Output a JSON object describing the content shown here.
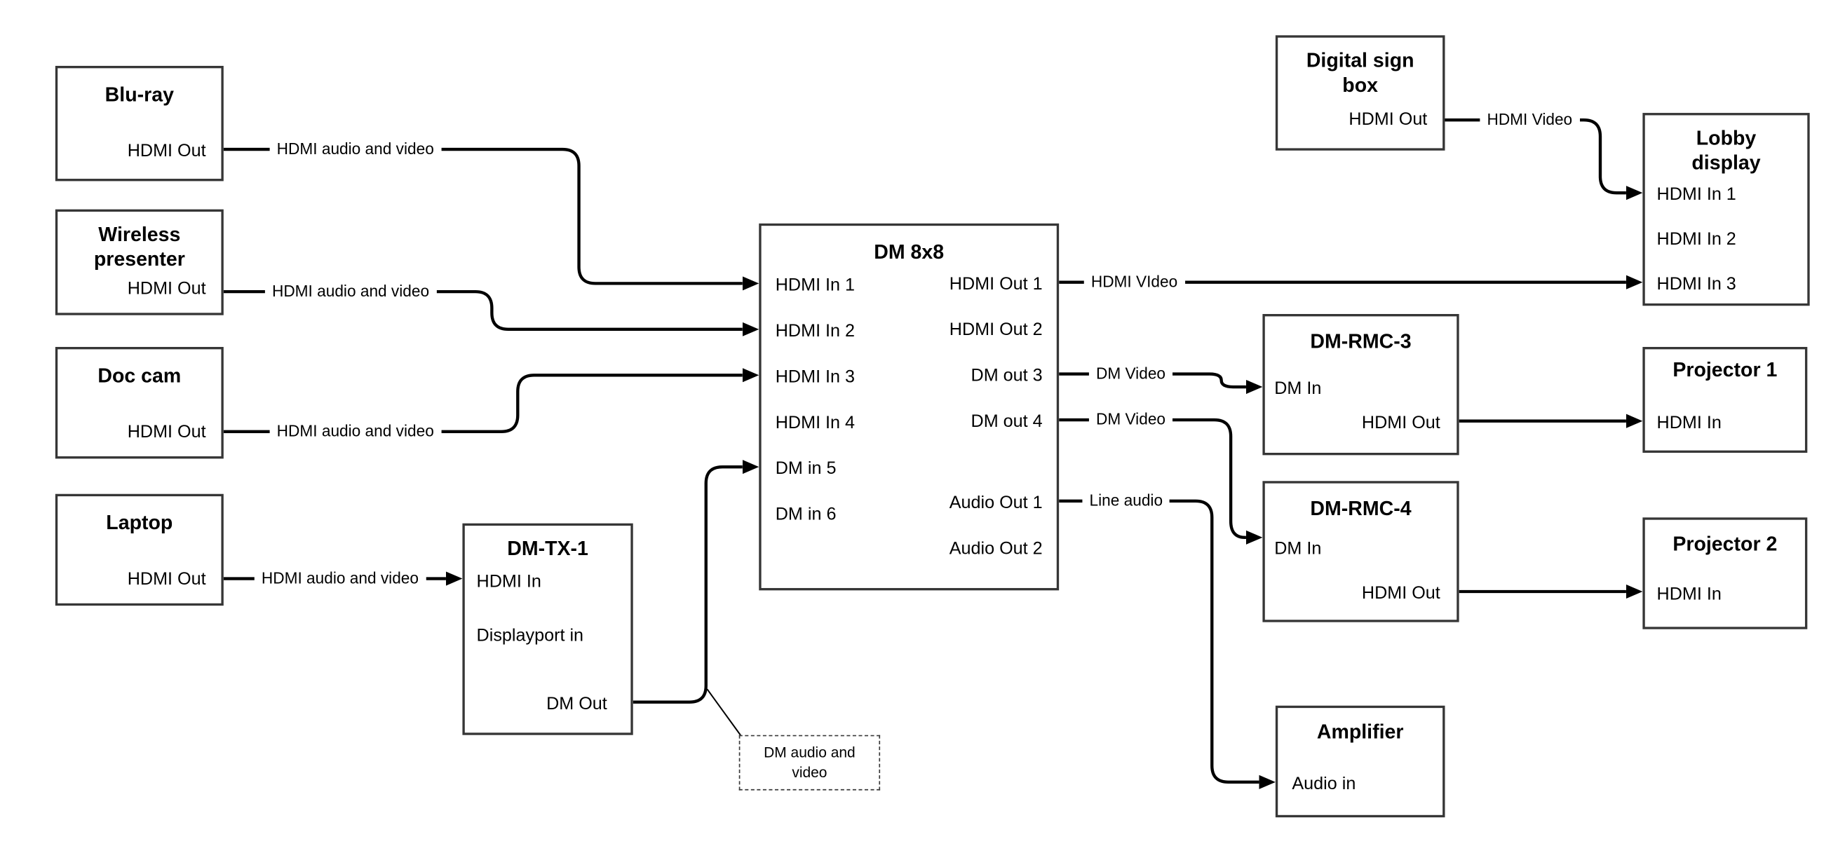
{
  "diagram": {
    "nodes": {
      "bluray": {
        "title": "Blu-ray",
        "port_out": "HDMI Out"
      },
      "wireless": {
        "title_lines": [
          "Wireless",
          "presenter"
        ],
        "port_out": "HDMI Out"
      },
      "doccam": {
        "title": "Doc cam",
        "port_out": "HDMI Out"
      },
      "laptop": {
        "title": "Laptop",
        "port_out": "HDMI Out"
      },
      "dmtx1": {
        "title": "DM-TX-1",
        "port_hdmi_in": "HDMI In",
        "port_dp_in": "Displayport in",
        "port_dm_out": "DM Out"
      },
      "dm8x8": {
        "title": "DM 8x8",
        "port_in1": "HDMI In 1",
        "port_in2": "HDMI In 2",
        "port_in3": "HDMI In 3",
        "port_in4": "HDMI In 4",
        "port_in5": "DM in 5",
        "port_in6": "DM in 6",
        "port_out1": "HDMI Out 1",
        "port_out2": "HDMI Out 2",
        "port_out3": "DM out 3",
        "port_out4": "DM out 4",
        "port_audio1": "Audio Out 1",
        "port_audio2": "Audio Out 2"
      },
      "digitalsign": {
        "title_lines": [
          "Digital sign",
          "box"
        ],
        "port_out": "HDMI Out"
      },
      "lobby": {
        "title_lines": [
          "Lobby",
          "display"
        ],
        "port_in1": "HDMI In 1",
        "port_in2": "HDMI In 2",
        "port_in3": "HDMI In 3"
      },
      "dmrmc3": {
        "title": "DM-RMC-3",
        "port_dm_in": "DM In",
        "port_hdmi_out": "HDMI Out"
      },
      "proj1": {
        "title": "Projector 1",
        "port_in": "HDMI In"
      },
      "dmrmc4": {
        "title": "DM-RMC-4",
        "port_dm_in": "DM In",
        "port_hdmi_out": "HDMI Out"
      },
      "proj2": {
        "title": "Projector 2",
        "port_in": "HDMI In"
      },
      "amplifier": {
        "title": "Amplifier",
        "port_in": "Audio in"
      }
    },
    "line_labels": {
      "bluray_line": "HDMI audio and video",
      "wireless_line": "HDMI audio and video",
      "doccam_line": "HDMI audio and video",
      "laptop_line": "HDMI audio and video",
      "out1_line": "HDMI VIdeo",
      "dmout3_line": "DM Video",
      "dmout4_line": "DM Video",
      "audio1_line": "Line audio",
      "sign_line": "HDMI Video",
      "callout_lines": [
        "DM audio and",
        "video"
      ]
    },
    "colors": {
      "line": "#000000",
      "box_border": "#363636",
      "background": "#ffffff",
      "text": "#000000"
    }
  }
}
